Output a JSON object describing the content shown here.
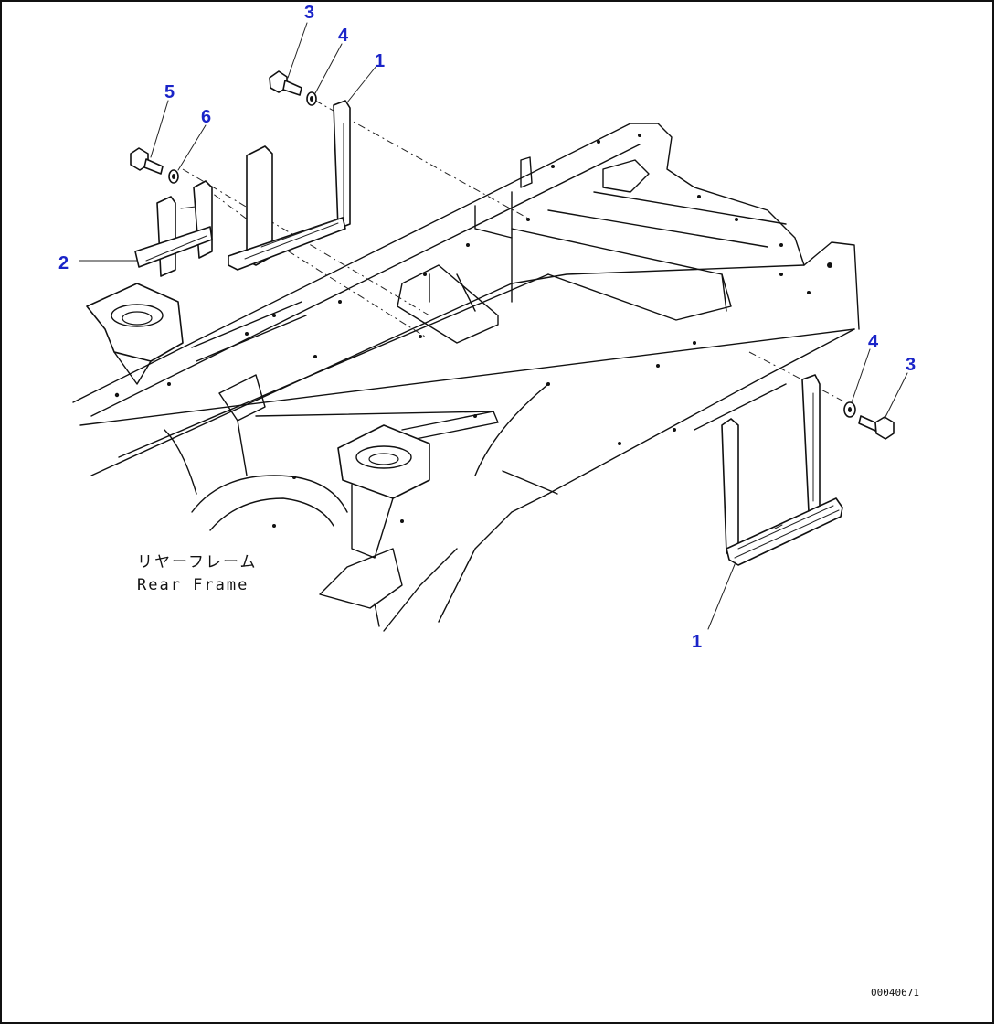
{
  "diagram": {
    "callouts": [
      {
        "id": "c3a",
        "text": "3"
      },
      {
        "id": "c4a",
        "text": "4"
      },
      {
        "id": "c1a",
        "text": "1"
      },
      {
        "id": "c5",
        "text": "5"
      },
      {
        "id": "c6",
        "text": "6"
      },
      {
        "id": "c2",
        "text": "2"
      },
      {
        "id": "c4b",
        "text": "4"
      },
      {
        "id": "c3b",
        "text": "3"
      },
      {
        "id": "c1b",
        "text": "1"
      }
    ],
    "frame_label_jp": "リヤーフレーム",
    "frame_label_en": "Rear Frame",
    "drawing_code": "00040671",
    "callout_color": "#1a24c8"
  }
}
